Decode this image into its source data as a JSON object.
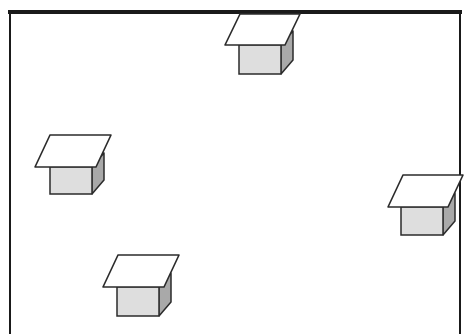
{
  "colors": {
    "background": "#ffffff",
    "frame": "#1a1a1a",
    "outline": "#2a2a2a",
    "roof": "#ffffff",
    "front_wall": "#dedede",
    "side_wall": "#a9a9a9"
  },
  "houses": [
    {
      "id": "top"
    },
    {
      "id": "left"
    },
    {
      "id": "right"
    },
    {
      "id": "bottom"
    }
  ]
}
